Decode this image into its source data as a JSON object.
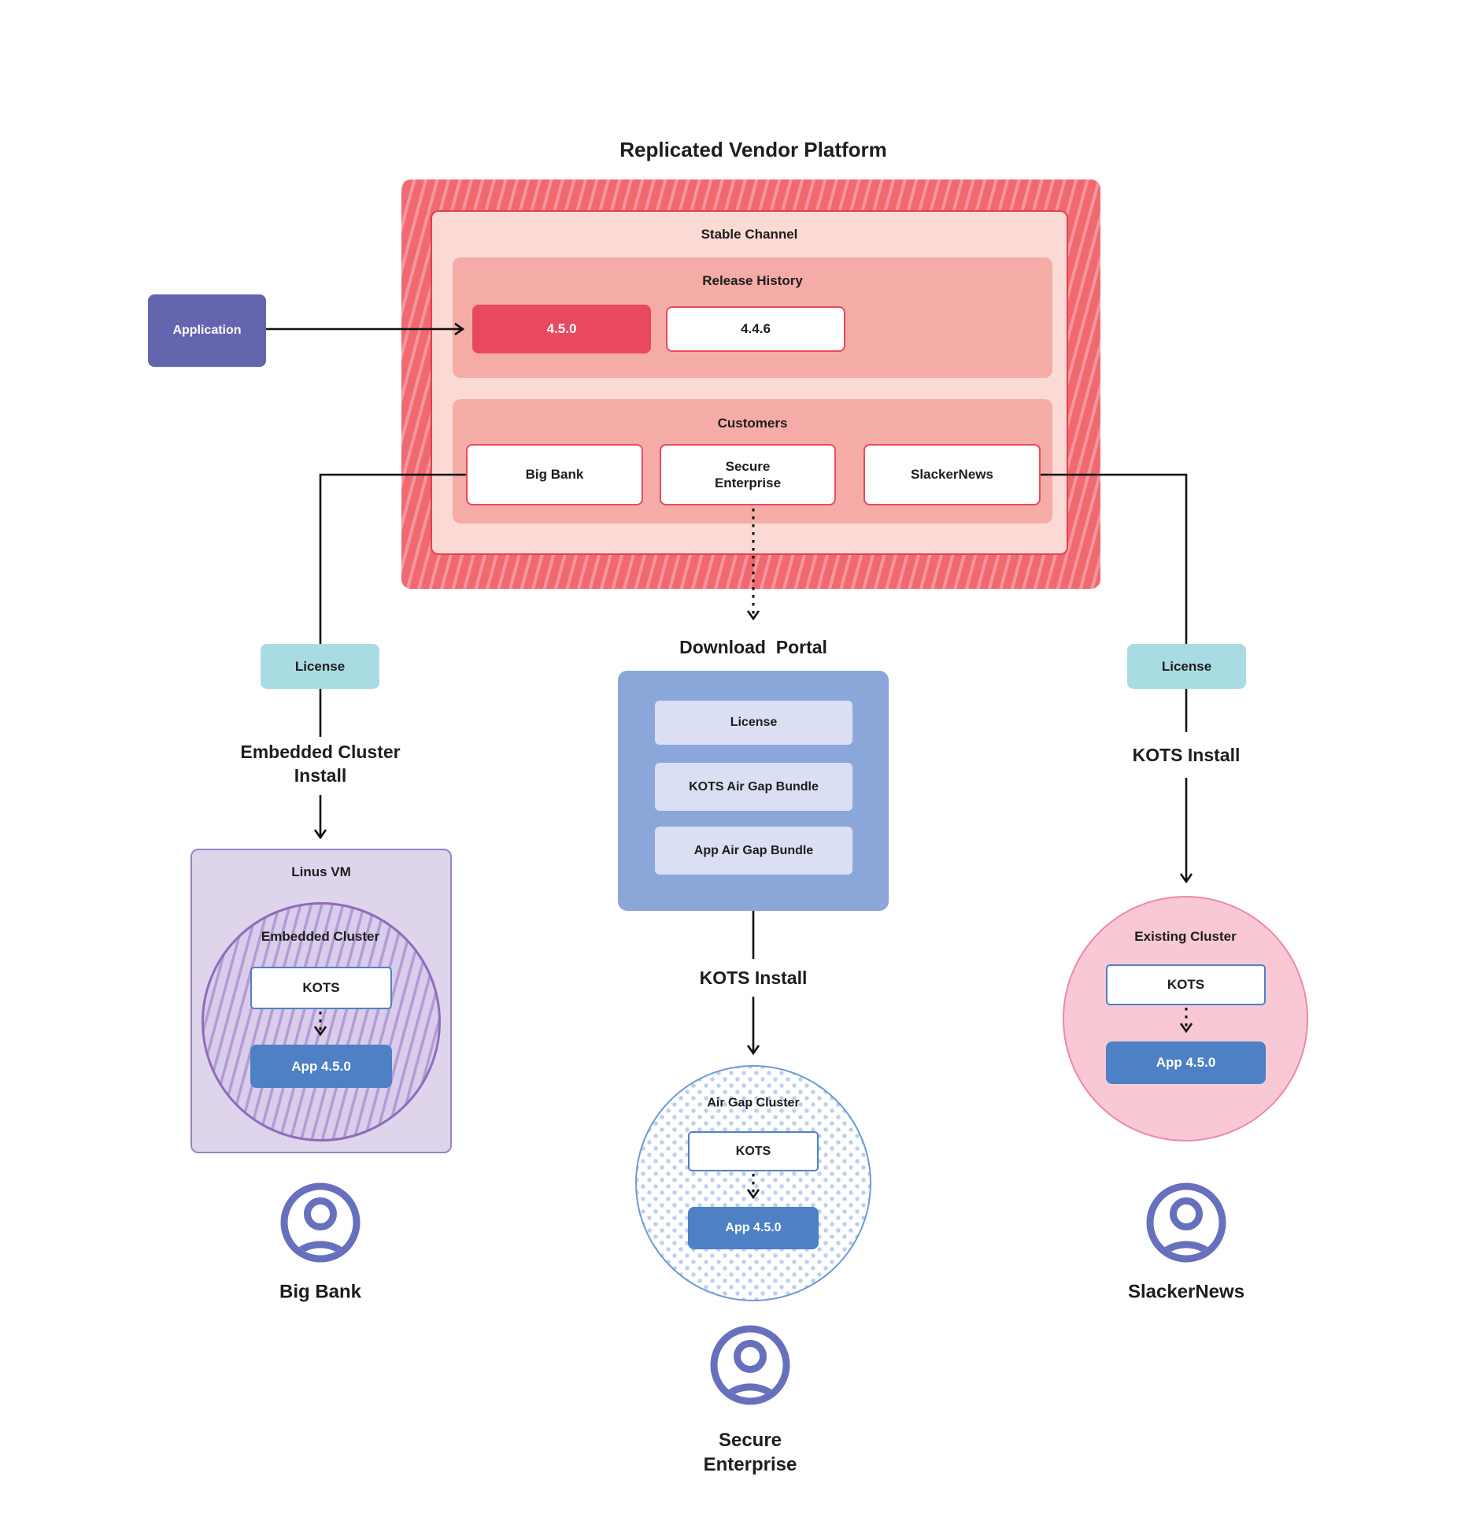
{
  "title": "Replicated Vendor Platform",
  "platform": {
    "stable_channel": "Stable Channel",
    "release_history": {
      "label": "Release History",
      "current": "4.5.0",
      "previous": "4.4.6"
    },
    "customers": {
      "label": "Customers",
      "big_bank": "Big Bank",
      "secure": "Secure\nEnterprise",
      "slackernews": "SlackerNews"
    }
  },
  "application": "Application",
  "left": {
    "license": "License",
    "install": "Embedded Cluster\nInstall",
    "vm": "Linus VM",
    "cluster": "Embedded Cluster",
    "kots": "KOTS",
    "app": "App 4.5.0",
    "persona": "Big Bank"
  },
  "center": {
    "portal": "Download  Portal",
    "item_license": "License",
    "item_kots_bundle": "KOTS Air Gap Bundle",
    "item_app_bundle": "App Air Gap Bundle",
    "install": "KOTS Install",
    "cluster": "Air Gap Cluster",
    "kots": "KOTS",
    "app": "App 4.5.0",
    "persona": "Secure\nEnterprise"
  },
  "right": {
    "license": "License",
    "install": "KOTS Install",
    "cluster": "Existing Cluster",
    "kots": "KOTS",
    "app": "App 4.5.0",
    "persona": "SlackerNews"
  },
  "colors": {
    "accent_red": "#e8495e",
    "portal_blue": "#8ba6d8",
    "app_blue": "#4d80c4",
    "application_purple": "#6366ae",
    "license_teal": "#a9dbe3",
    "persona_purple": "#6770bd"
  }
}
